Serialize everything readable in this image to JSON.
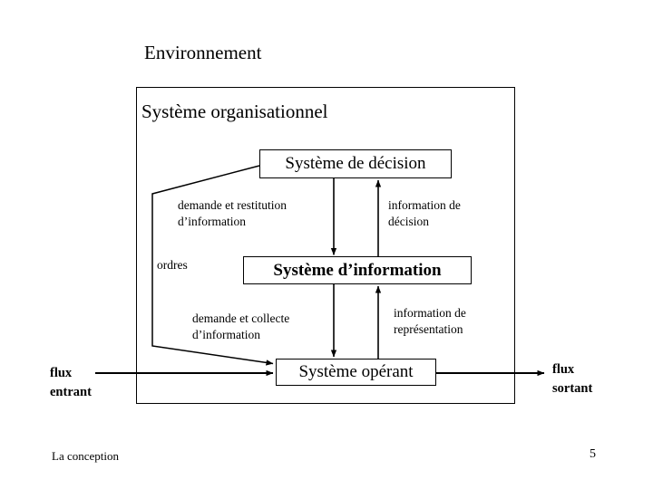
{
  "slide": {
    "environment_title": "Environnement",
    "organisational_system_title": "Système organisationnel",
    "footer_left": "La conception",
    "page_number": "5",
    "background_color": "#ffffff",
    "line_color": "#000000",
    "text_color": "#000000"
  },
  "boxes": {
    "decision": "Système de décision",
    "information": "Système d’information",
    "operant": "Système opérant"
  },
  "labels": {
    "demande_restitution": "demande et restitution",
    "demande_restitution_line2": "d’information",
    "information_decision": "information de",
    "information_decision_line2": "décision",
    "ordres": "ordres",
    "demande_collecte": "demande et collecte",
    "demande_collecte_line2": "d’information",
    "information_representation": "information de",
    "information_representation_line2": "représentation",
    "flux_entrant": "flux",
    "flux_entrant_line2": "entrant",
    "flux_sortant": "flux",
    "flux_sortant_line2": "sortant"
  },
  "diagram_data": {
    "type": "diagram",
    "title": "Système organisationnel",
    "nodes": [
      {
        "id": "decision",
        "label": "Système de décision"
      },
      {
        "id": "information",
        "label": "Système d’information"
      },
      {
        "id": "operant",
        "label": "Système opérant"
      }
    ],
    "edges": [
      {
        "from": "decision",
        "to": "information",
        "label": "demande et restitution d’information",
        "direction": "down"
      },
      {
        "from": "information",
        "to": "decision",
        "label": "information de décision",
        "direction": "up"
      },
      {
        "from": "information",
        "to": "operant",
        "label": "demande et collecte d’information",
        "direction": "down"
      },
      {
        "from": "operant",
        "to": "information",
        "label": "information de représentation",
        "direction": "up"
      },
      {
        "from": "decision",
        "to": "operant",
        "label": "ordres",
        "direction": "down-left-around"
      },
      {
        "from": "environment",
        "to": "operant",
        "label": "flux entrant",
        "direction": "right"
      },
      {
        "from": "operant",
        "to": "environment",
        "label": "flux sortant",
        "direction": "right"
      }
    ]
  }
}
